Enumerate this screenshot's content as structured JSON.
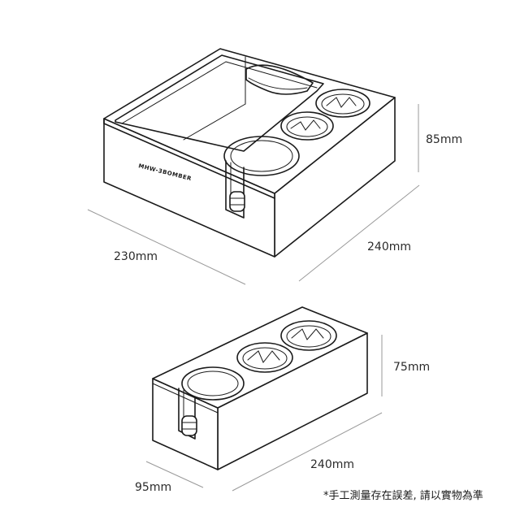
{
  "product_top": {
    "brand_text": "MHW-3BOMBER",
    "height": "85mm",
    "width": "230mm",
    "length": "240mm"
  },
  "product_bottom": {
    "height": "75mm",
    "width": "95mm",
    "length": "240mm"
  },
  "disclaimer": "*手工測量存在誤差, 請以實物為準"
}
